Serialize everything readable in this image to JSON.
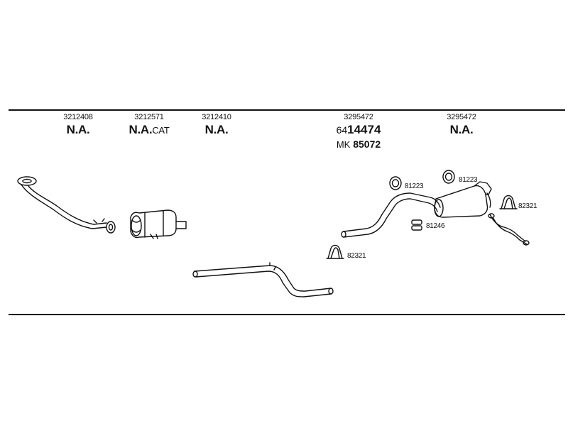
{
  "parts": [
    {
      "number": "3212408",
      "status": "N.A.",
      "suffix": ""
    },
    {
      "number": "3212571",
      "status": "N.A.",
      "suffix": "CAT"
    },
    {
      "number": "3212410",
      "status": "N.A.",
      "suffix": ""
    },
    {
      "number": "3295472",
      "prefix": "64",
      "main": "14474",
      "mk_label": "MK",
      "mk_number": "85072"
    },
    {
      "number": "3295472",
      "status": "N.A.",
      "suffix": ""
    }
  ],
  "fittings": {
    "ring_1": "81223",
    "ring_2": "81223",
    "clamp_1": "82321",
    "bracket": "81246",
    "clamp_2": "82321"
  },
  "line_color": "#111111"
}
